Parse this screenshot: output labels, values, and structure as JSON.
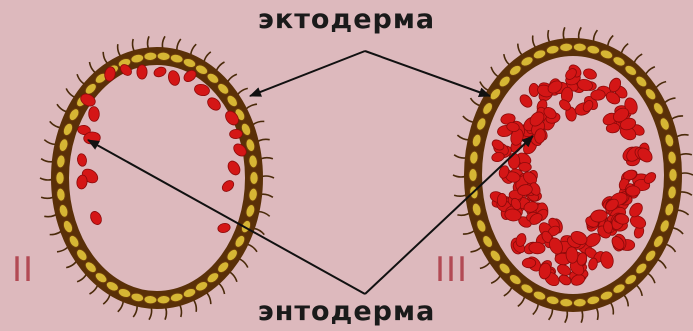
{
  "labels": {
    "top": "эктодерма",
    "bottom": "энтодерма"
  },
  "stages": [
    "II",
    "III"
  ],
  "colors": {
    "background": "#ddb9bd",
    "ectoderm_cell": "#d6b634",
    "ectoderm_border": "#5a3008",
    "cilia": "#4a2a0a",
    "endoderm_cell": "#d41616",
    "arrow": "#111111"
  }
}
